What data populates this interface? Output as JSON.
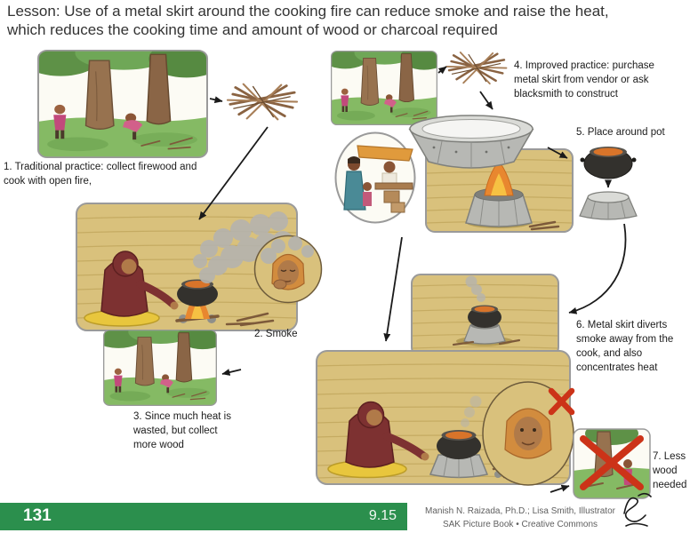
{
  "page": {
    "title": "Lesson: Use of a metal skirt around the cooking fire can reduce smoke and raise the heat,\nwhich reduces the cooking time and amount of wood or charcoal required"
  },
  "steps": [
    {
      "label": "1. Traditional practice: collect firewood and\ncook with open fire,"
    },
    {
      "label": "2. Smoke"
    },
    {
      "label": "3. Since much heat is\nwasted, but collect\nmore wood"
    },
    {
      "label": "4. Improved practice: purchase\nmetal skirt from vendor or ask\nblacksmith to construct"
    },
    {
      "label": "5. Place around pot"
    },
    {
      "label": "6. Metal skirt diverts\nsmoke away from the\ncook, and also\nconcentrates heat"
    },
    {
      "label": "7. Less\nwood\nneeded"
    }
  ],
  "footer": {
    "page_number": "131",
    "figure_number": "9.15",
    "credit_line1": "Manish N. Raizada, Ph.D.; Lisa Smith, Illustrator",
    "credit_line2": "SAK Picture Book • Creative Commons"
  },
  "colors": {
    "footer_green": "#2B8F4D",
    "wall_tan": "#D9C17C",
    "flame_orange": "#E8872F",
    "smoke_gray": "#B5B3AE",
    "prohibit_red": "#CC3318"
  }
}
